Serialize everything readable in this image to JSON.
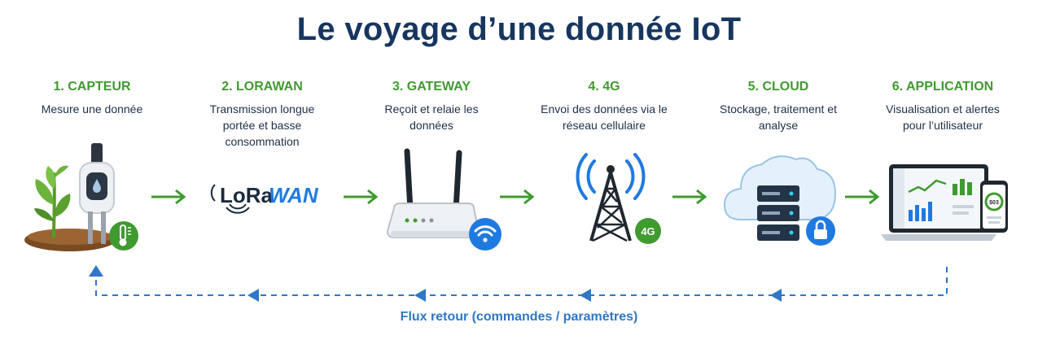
{
  "title": "Le voyage d’une donnée IoT",
  "steps": [
    {
      "title": "1. CAPTEUR",
      "desc": "Mesure une donnée"
    },
    {
      "title": "2. LORAWAN",
      "desc": "Transmission longue portée et basse consommation"
    },
    {
      "title": "3. GATEWAY",
      "desc": "Reçoit et relaie les données"
    },
    {
      "title": "4. 4G",
      "desc": "Envoi des données via le réseau cellulaire"
    },
    {
      "title": "5. CLOUD",
      "desc": "Stockage, traitement et analyse"
    },
    {
      "title": "6. APPLICATION",
      "desc": "Visualisation et alertes pour l’utilisateur"
    }
  ],
  "lorawan_logo": {
    "lo": "LoRa",
    "wan": "WAN",
    "mark": "."
  },
  "network_badge": "4G",
  "phone_value": "$03",
  "feedback": "Flux retour (commandes / paramètres)",
  "colors": {
    "title": "#16365f",
    "step_title": "#3f9a2f",
    "arrow": "#3f9a2f",
    "feedback": "#2f77c6",
    "badge_green": "#3f9a2f",
    "badge_blue": "#1f7ae0"
  }
}
